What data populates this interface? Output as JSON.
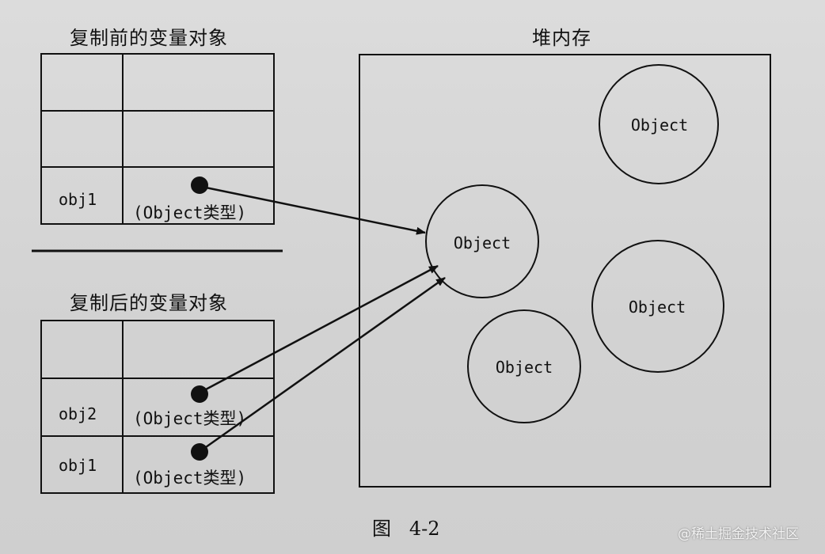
{
  "before": {
    "title": "复制前的变量对象",
    "rows": [
      {
        "name": "",
        "value": ""
      },
      {
        "name": "",
        "value": ""
      },
      {
        "name": "obj1",
        "value": "(Object类型)"
      }
    ]
  },
  "after": {
    "title": "复制后的变量对象",
    "rows": [
      {
        "name": "",
        "value": ""
      },
      {
        "name": "obj2",
        "value": "(Object类型)"
      },
      {
        "name": "obj1",
        "value": "(Object类型)"
      }
    ]
  },
  "heap": {
    "title": "堆内存",
    "objects": [
      "Object",
      "Object",
      "Object",
      "Object"
    ]
  },
  "caption": "图   4-2",
  "watermark": "@稀土掘金技术社区"
}
